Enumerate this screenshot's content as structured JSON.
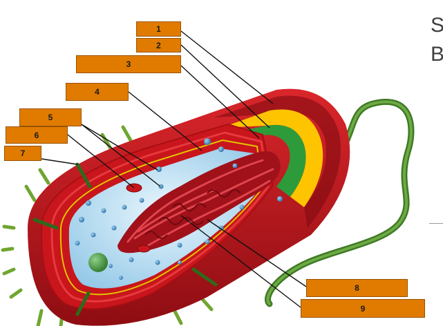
{
  "labels": [
    {
      "id": "1",
      "text": "1"
    },
    {
      "id": "2",
      "text": "2"
    },
    {
      "id": "3",
      "text": "3"
    },
    {
      "id": "4",
      "text": "4"
    },
    {
      "id": "5",
      "text": "5"
    },
    {
      "id": "6",
      "text": "6"
    },
    {
      "id": "7",
      "text": "7"
    },
    {
      "id": "8",
      "text": "8"
    },
    {
      "id": "9",
      "text": "9"
    }
  ],
  "side_text": {
    "line1": "S",
    "line2": "B"
  },
  "colors": {
    "label_fill": "#e07b00",
    "capsule": "#c4161c",
    "cell_wall": "#ffc400",
    "membrane": "#2e9b3a",
    "cytoplasm": "#a8d8f0",
    "nucleoid": "#b3141c",
    "flagellum": "#4a8a2a",
    "pili": "#7fb13a"
  },
  "icons": [
    "bacterial-cell-illustration"
  ]
}
